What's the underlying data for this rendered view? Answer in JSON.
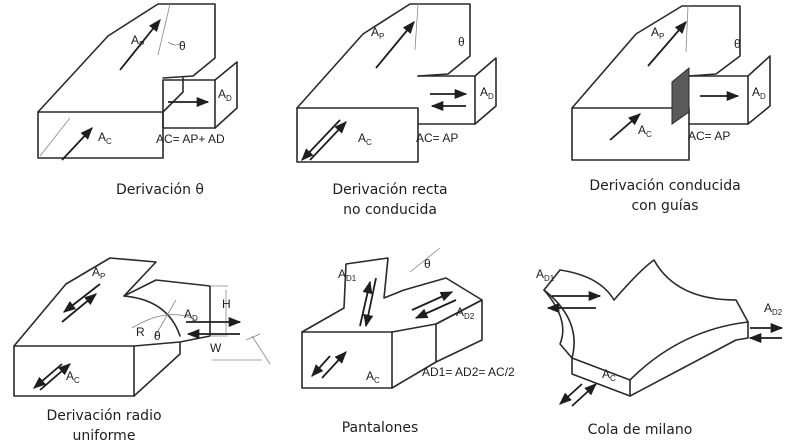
{
  "panels": [
    {
      "caption_lines": [
        "Derivación θ"
      ],
      "labels": {
        "a_p": "A",
        "a_p_sub": "P",
        "a_d": "A",
        "a_d_sub": "D",
        "a_c": "A",
        "a_c_sub": "C",
        "theta": "θ",
        "eq": "AC= AP+ AD"
      }
    },
    {
      "caption_lines": [
        "Derivación recta",
        "no conducida"
      ],
      "labels": {
        "a_p": "A",
        "a_p_sub": "P",
        "a_d": "A",
        "a_d_sub": "D",
        "a_c": "A",
        "a_c_sub": "C",
        "theta": "θ",
        "eq": "AC= AP"
      }
    },
    {
      "caption_lines": [
        "Derivación conducida",
        "con guías"
      ],
      "labels": {
        "a_p": "A",
        "a_p_sub": "P",
        "a_d": "A",
        "a_d_sub": "D",
        "a_c": "A",
        "a_c_sub": "C",
        "theta": "θ",
        "eq": "AC= AP"
      }
    },
    {
      "caption_lines": [
        "Derivación radio",
        "uniforme"
      ],
      "labels": {
        "a_p": "A",
        "a_p_sub": "P",
        "a_d": "A",
        "a_d_sub": "D",
        "a_c": "A",
        "a_c_sub": "C",
        "theta": "θ",
        "r": "R",
        "h": "H",
        "w": "W"
      }
    },
    {
      "caption_lines": [
        "Pantalones"
      ],
      "labels": {
        "a_d1": "A",
        "a_d1_sub": "D1",
        "a_d2": "A",
        "a_d2_sub": "D2",
        "a_c": "A",
        "a_c_sub": "C",
        "theta": "θ",
        "eq": "AD1= AD2= AC/2"
      }
    },
    {
      "caption_lines": [
        "Cola de milano"
      ],
      "labels": {
        "a_d1": "A",
        "a_d1_sub": "D1",
        "a_d2": "A",
        "a_d2_sub": "D2",
        "a_c": "A",
        "a_c_sub": "C"
      }
    }
  ]
}
